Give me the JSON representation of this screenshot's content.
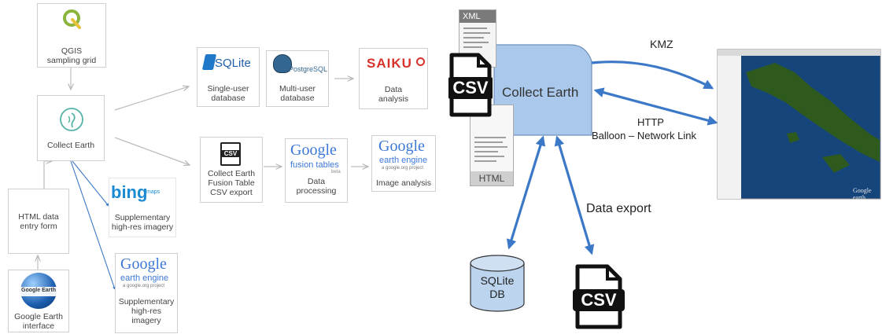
{
  "left": {
    "qgis": {
      "label": "QGIS\nsampling grid"
    },
    "collect_earth": {
      "label": "Collect Earth"
    },
    "html_form": {
      "label": "HTML data\nentry form"
    },
    "google_earth": {
      "label": "Google Earth\ninterface",
      "globe_text": "Google Earth"
    },
    "sqlite": {
      "logo": "SQLite",
      "label": "Single-user\ndatabase"
    },
    "postgres": {
      "logo": "PostgreSQL",
      "label": "Multi-user\ndatabase"
    },
    "saiku": {
      "logo": "SAIKU",
      "label": "Data\nanalysis"
    },
    "csv_export": {
      "badge": "CSV",
      "label": "Collect Earth\nFusion Table\nCSV export"
    },
    "fusion_tables": {
      "logo": "Google",
      "logo_sub": "fusion tables",
      "logo_beta": "beta",
      "label": "Data\nprocessing"
    },
    "earth_engine_1": {
      "logo": "Google",
      "logo_sub": "earth engine",
      "logo_tag": "a google.org project",
      "label": "Image analysis"
    },
    "bing": {
      "logo": "bing",
      "logo_sub": "maps",
      "label": "Supplementary\nhigh-res imagery"
    },
    "earth_engine_2": {
      "logo": "Google",
      "logo_sub": "earth engine",
      "logo_tag": "a google.org project",
      "label": "Supplementary\nhigh-res\nimagery"
    }
  },
  "right": {
    "xml_doc": {
      "label": "XML"
    },
    "csv_doc": {
      "label": "CSV"
    },
    "html_doc": {
      "label": "HTML"
    },
    "collect_earth_box": {
      "label": "Collect Earth"
    },
    "kmz_label": "KMZ",
    "http_label": "HTTP",
    "balloon_label": "Balloon – Network Link",
    "data_export_label": "Data export",
    "sqlite_db": {
      "label": "SQLite\nDB"
    },
    "csv_output": {
      "label": "CSV"
    },
    "map_watermark": "Google earth"
  },
  "colors": {
    "arrow_gray": "#bdbdbd",
    "arrow_blue": "#3c78c8",
    "collect_earth_fill": "#a9c8ec",
    "db_fill": "#bcd4ee",
    "saiku_red": "#d8322b",
    "bing_blue": "#1a8bd3",
    "map_ocean": "#16457c",
    "map_land": "#2f5a1e"
  }
}
